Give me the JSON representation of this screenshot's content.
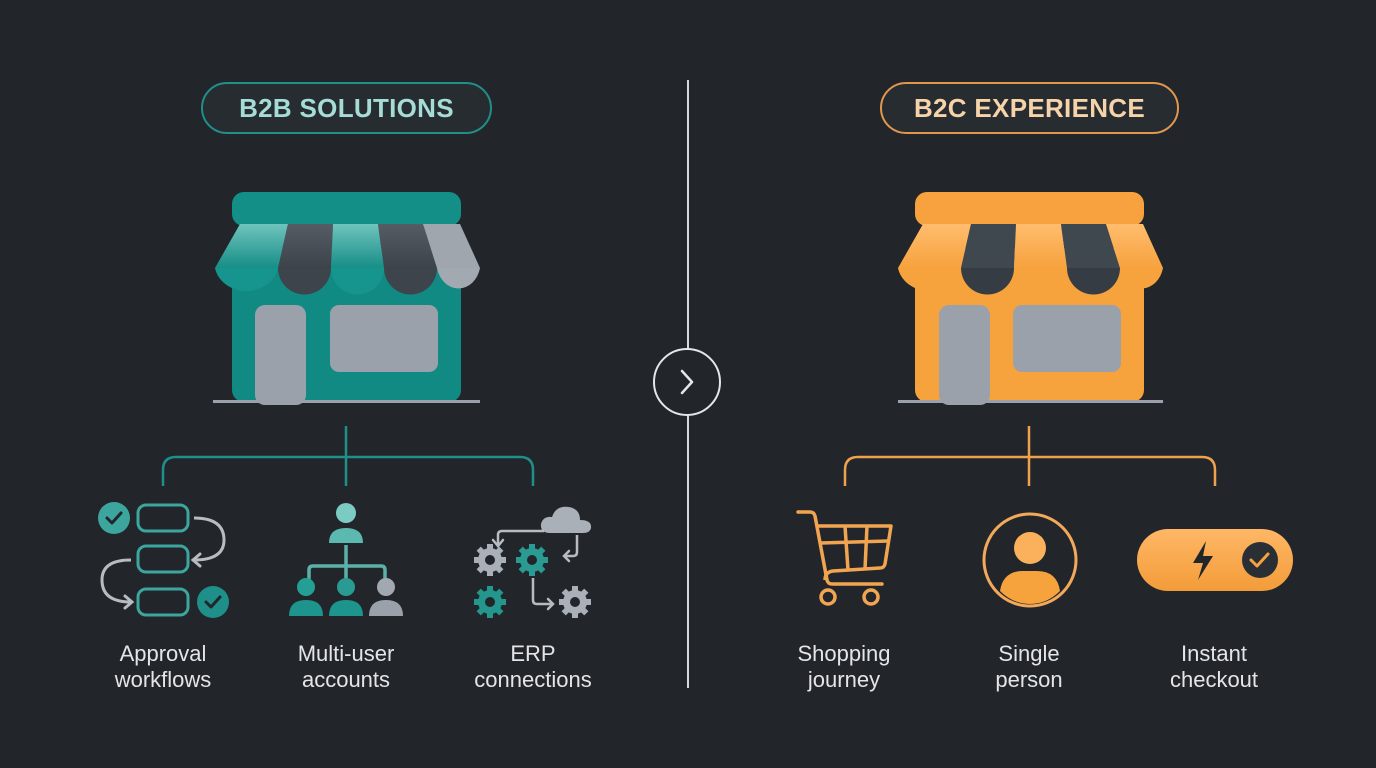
{
  "colors": {
    "background": "#22262b",
    "b2b_accent": "#1f8f8a",
    "b2b_text": "#a6dcd6",
    "b2c_accent": "#f7a23e",
    "b2c_text": "#f6d3a8",
    "neutral_gray": "#9aa1aa",
    "dark_stripe": "#434a52",
    "divider": "#d7dadd"
  },
  "left": {
    "title": "B2B SOLUTIONS",
    "store_icon": "storefront-icon",
    "features": [
      {
        "icon": "approval-workflow-icon",
        "line1": "Approval",
        "line2": "workflows"
      },
      {
        "icon": "org-chart-users-icon",
        "line1": "Multi-user",
        "line2": "accounts"
      },
      {
        "icon": "cloud-gears-icon",
        "line1": "ERP",
        "line2": "connections"
      }
    ]
  },
  "center": {
    "icon": "chevron-right-icon"
  },
  "right": {
    "title": "B2C EXPERIENCE",
    "store_icon": "storefront-icon",
    "features": [
      {
        "icon": "shopping-cart-icon",
        "line1": "Shopping",
        "line2": "journey"
      },
      {
        "icon": "user-circle-icon",
        "line1": "Single",
        "line2": "person"
      },
      {
        "icon": "instant-checkout-icon",
        "line1": "Instant",
        "line2": "checkout"
      }
    ]
  }
}
